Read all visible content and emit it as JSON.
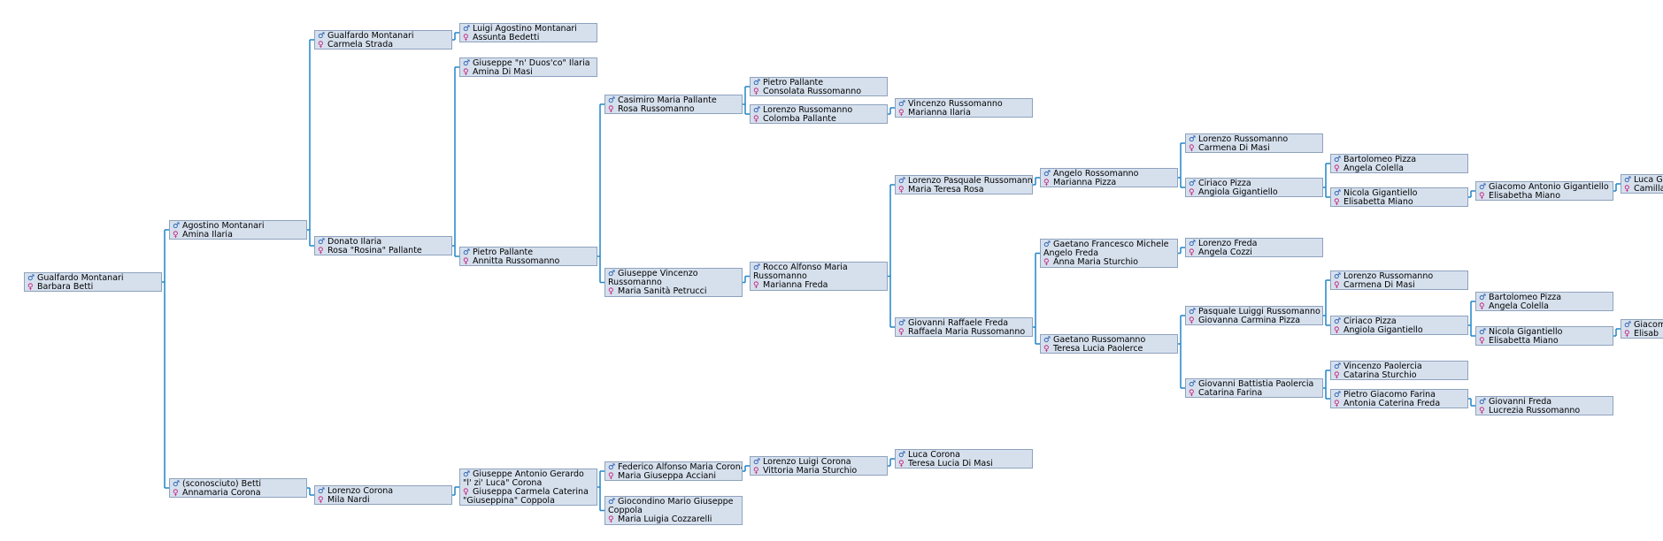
{
  "symbols": {
    "male": "♂",
    "female": "♀"
  },
  "colors": {
    "line": "#1f86c8",
    "node_bg": "#d6e0ed",
    "node_border": "#8ea2bd",
    "male": "#1a56b0",
    "female": "#c2187a"
  },
  "nodes": [
    {
      "id": "g0",
      "male": "Gualfardo Montanari",
      "female": "Barbara Betti"
    },
    {
      "id": "g1a",
      "male": "Agostino Montanari",
      "female": "Amina Ilaria"
    },
    {
      "id": "g1b",
      "male": "(sconosciuto) Betti",
      "female": "Annamaria Corona"
    },
    {
      "id": "g2a",
      "male": "Gualfardo Montanari",
      "female": "Carmela Strada"
    },
    {
      "id": "g2b",
      "male": "Donato Ilaria",
      "female": "Rosa \"Rosina\" Pallante"
    },
    {
      "id": "g2c",
      "male": "Lorenzo Corona",
      "female": "Mila Nardi"
    },
    {
      "id": "g3a",
      "male": "Luigi Agostino Montanari",
      "female": "Assunta Bedetti"
    },
    {
      "id": "g3b",
      "male": "Giuseppe \"n' Duos'co\" Ilaria",
      "female": "Amina Di Masi"
    },
    {
      "id": "g3c",
      "male": "Pietro Pallante",
      "female": "Annitta Russomanno"
    },
    {
      "id": "g3d",
      "male": "Giuseppe Antonio Gerardo \"l' zi' Luca\" Corona",
      "female": "Giuseppa Carmela Caterina \"Giuseppina\" Coppola"
    },
    {
      "id": "g4a",
      "male": "Casimiro Maria Pallante",
      "female": "Rosa Russomanno"
    },
    {
      "id": "g4b",
      "male": "Giuseppe Vincenzo Russomanno",
      "female": "Maria Sanità Petrucci"
    },
    {
      "id": "g4c",
      "male": "Federico Alfonso Maria Corona",
      "female": "Maria Giuseppa Acciani"
    },
    {
      "id": "g4d",
      "male": "Giocondino Mario Giuseppe Coppola",
      "female": "Maria Luigia Cozzarelli"
    },
    {
      "id": "g5a",
      "male": "Pietro Pallante",
      "female": "Consolata Russomanno"
    },
    {
      "id": "g5b",
      "male": "Lorenzo Russomanno",
      "female": "Colomba Pallante"
    },
    {
      "id": "g5c",
      "male": "Rocco Alfonso Maria Russomanno",
      "female": "Marianna Freda"
    },
    {
      "id": "g5d",
      "male": "Lorenzo Luigi Corona",
      "female": "Vittoria Maria Sturchio"
    },
    {
      "id": "g6a",
      "male": "Vincenzo Russomanno",
      "female": "Marianna Ilaria"
    },
    {
      "id": "g6b",
      "male": "Lorenzo Pasquale Russomanno",
      "female": "Maria Teresa Rosa"
    },
    {
      "id": "g6c",
      "male": "Giovanni Raffaele Freda",
      "female": "Raffaela Maria Russomanno"
    },
    {
      "id": "g6d",
      "male": "Luca Corona",
      "female": "Teresa Lucia Di Masi"
    },
    {
      "id": "g7a",
      "male": "Angelo Rossomanno",
      "female": "Marianna Pizza"
    },
    {
      "id": "g7b",
      "male": "Gaetano Francesco Michele Angelo Freda",
      "female": "Anna Maria Sturchio"
    },
    {
      "id": "g7c",
      "male": "Gaetano Russomanno",
      "female": "Teresa Lucia Paolerce"
    },
    {
      "id": "g8a",
      "male": "Lorenzo Russomanno",
      "female": "Carmena Di Masi"
    },
    {
      "id": "g8b",
      "male": "Ciriaco Pizza",
      "female": "Angiola Gigantiello"
    },
    {
      "id": "g8c",
      "male": "Lorenzo Freda",
      "female": "Angela Cozzi"
    },
    {
      "id": "g8d",
      "male": "Pasquale Luiggi Russomanno",
      "female": "Giovanna Carmina Pizza"
    },
    {
      "id": "g8e",
      "male": "Giovanni Battistia Paolercia",
      "female": "Catarina Farina"
    },
    {
      "id": "g9a",
      "male": "Bartolomeo Pizza",
      "female": "Angela Colella"
    },
    {
      "id": "g9b",
      "male": "Nicola Gigantiello",
      "female": "Elisabetta Miano"
    },
    {
      "id": "g9c",
      "male": "Lorenzo Russomanno",
      "female": "Carmena Di Masi"
    },
    {
      "id": "g9d",
      "male": "Ciriaco Pizza",
      "female": "Angiola Gigantiello"
    },
    {
      "id": "g9e",
      "male": "Vincenzo Paolercia",
      "female": "Catarina Sturchio"
    },
    {
      "id": "g9f",
      "male": "Pietro Giacomo Farina",
      "female": "Antonia Caterina Freda"
    },
    {
      "id": "g10a",
      "male": "Giacomo Antonio Gigantiello",
      "female": "Elisabetha Miano"
    },
    {
      "id": "g10b",
      "male": "Bartolomeo Pizza",
      "female": "Angela Colella"
    },
    {
      "id": "g10c",
      "male": "Nicola Gigantiello",
      "female": "Elisabetta Miano"
    },
    {
      "id": "g10d",
      "male": "Giovanni Freda",
      "female": "Lucrezia Russomanno"
    },
    {
      "id": "g11a",
      "male": "Luca G",
      "female": "Camilla"
    },
    {
      "id": "g11b",
      "male": "Giacom",
      "female": "Elisab"
    }
  ],
  "edges": [
    [
      "g0",
      "g1a"
    ],
    [
      "g0",
      "g1b"
    ],
    [
      "g1a",
      "g2a"
    ],
    [
      "g1a",
      "g2b"
    ],
    [
      "g1b",
      "g2c"
    ],
    [
      "g2a",
      "g3a"
    ],
    [
      "g2b",
      "g3b"
    ],
    [
      "g2b",
      "g3c"
    ],
    [
      "g2c",
      "g3d"
    ],
    [
      "g3c",
      "g4a"
    ],
    [
      "g3c",
      "g4b"
    ],
    [
      "g3d",
      "g4c"
    ],
    [
      "g3d",
      "g4d"
    ],
    [
      "g4a",
      "g5a"
    ],
    [
      "g4a",
      "g5b"
    ],
    [
      "g4b",
      "g5c"
    ],
    [
      "g4c",
      "g5d"
    ],
    [
      "g5b",
      "g6a"
    ],
    [
      "g5c",
      "g6b"
    ],
    [
      "g5c",
      "g6c"
    ],
    [
      "g5d",
      "g6d"
    ],
    [
      "g6b",
      "g7a"
    ],
    [
      "g6c",
      "g7b"
    ],
    [
      "g6c",
      "g7c"
    ],
    [
      "g7a",
      "g8a"
    ],
    [
      "g7a",
      "g8b"
    ],
    [
      "g7b",
      "g8c"
    ],
    [
      "g7c",
      "g8d"
    ],
    [
      "g7c",
      "g8e"
    ],
    [
      "g8b",
      "g9a"
    ],
    [
      "g8b",
      "g9b"
    ],
    [
      "g8d",
      "g9c"
    ],
    [
      "g8d",
      "g9d"
    ],
    [
      "g8e",
      "g9e"
    ],
    [
      "g8e",
      "g9f"
    ],
    [
      "g9b",
      "g10a"
    ],
    [
      "g9d",
      "g10b"
    ],
    [
      "g9d",
      "g10c"
    ],
    [
      "g9f",
      "g10d"
    ],
    [
      "g10a",
      "g11a"
    ],
    [
      "g10c",
      "g11b"
    ]
  ]
}
